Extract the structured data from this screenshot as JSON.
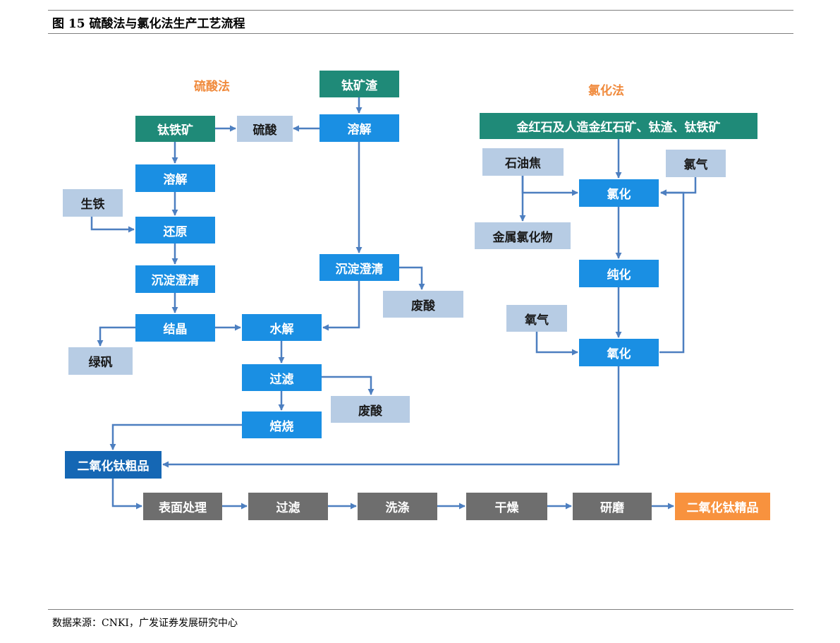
{
  "figure": {
    "title": "图 15    硫酸法与氯化法生产工艺流程",
    "source": "数据来源：CNKI，广发证券发展研究中心"
  },
  "sections": {
    "sulfuric_label": "硫酸法",
    "chloride_label": "氯化法"
  },
  "nodes": {
    "ti_slag": "钛矿渣",
    "ilmenite": "钛铁矿",
    "sulfuric_acid": "硫酸",
    "dissolve_right": "溶解",
    "dissolve_left": "溶解",
    "pig_iron": "生铁",
    "reduction": "还原",
    "settle_left": "沉淀澄清",
    "settle_right": "沉淀澄清",
    "waste_acid_1": "废酸",
    "crystallize": "结晶",
    "hydrolysis": "水解",
    "green_vitriol": "绿矾",
    "filter_left": "过滤",
    "waste_acid_2": "废酸",
    "calcine": "焙烧",
    "crude_tio2": "二氧化钛粗品",
    "rutile_feed": "金红石及人造金红石矿、钛渣、钛铁矿",
    "petcoke": "石油焦",
    "chlorine": "氯气",
    "chlorination": "氯化",
    "metal_chlorides": "金属氯化物",
    "purification": "纯化",
    "oxygen": "氧气",
    "oxidation": "氧化"
  },
  "process_chain": [
    "表面处理",
    "过滤",
    "洗涤",
    "干燥",
    "研磨",
    "二氧化钛精品"
  ],
  "colors": {
    "feedstock": "#1f8a78",
    "step": "#1a8fe3",
    "byproduct": "#b7cce4",
    "crude": "#1567b4",
    "post_process": "#6e6e6e",
    "final": "#f8923e",
    "arrow": "#4d7fc0",
    "section_label": "#f08a3c"
  }
}
